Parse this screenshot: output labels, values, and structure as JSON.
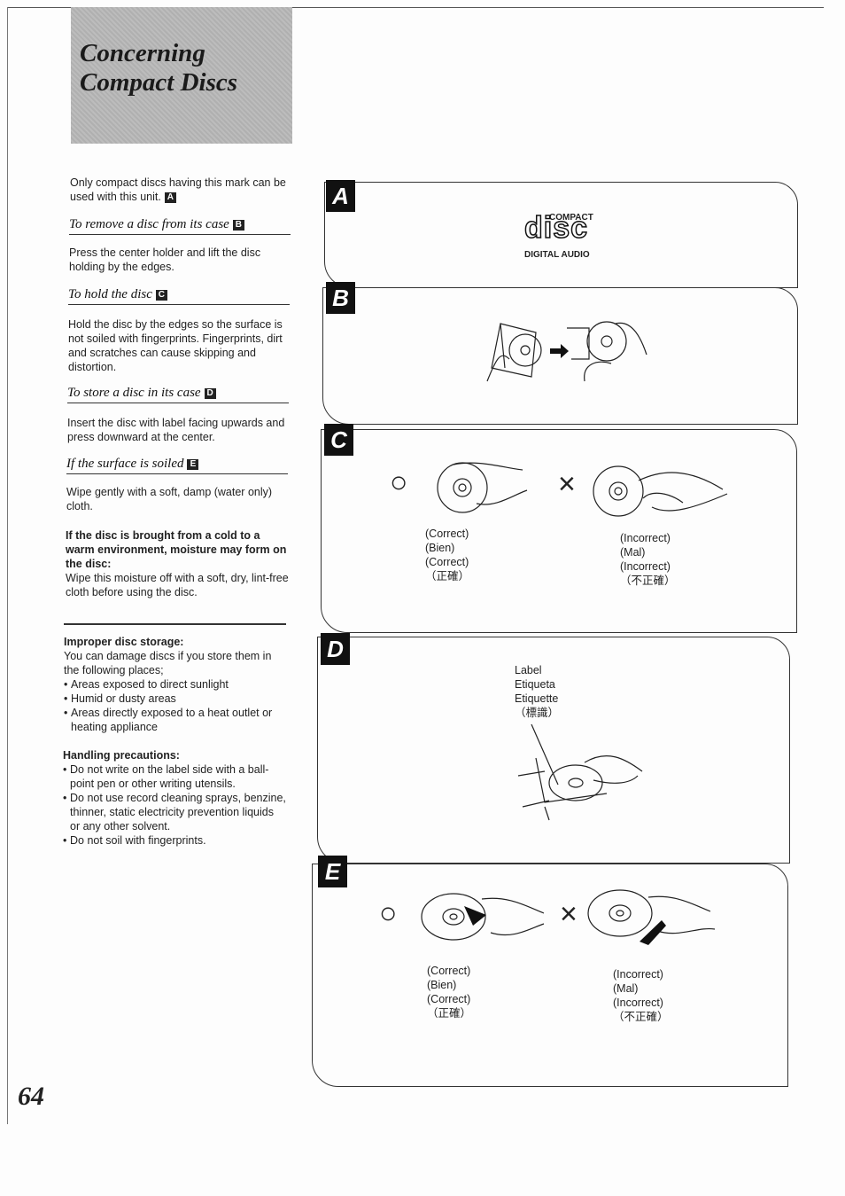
{
  "title": "Concerning Compact Discs",
  "title_line1": "Concerning",
  "title_line2": "Compact Discs",
  "page_number": "64",
  "intro": {
    "text": "Only compact discs having this mark can be used with this unit.",
    "badge": "A"
  },
  "sections": [
    {
      "heading": "To remove a disc from its case",
      "badge": "B",
      "text": "Press the center holder and lift the disc holding by the edges."
    },
    {
      "heading": "To hold the disc",
      "badge": "C",
      "text": "Hold the disc by the edges so the surface is not soiled with fingerprints. Fingerprints, dirt and scratches can cause skipping and distortion."
    },
    {
      "heading": "To store a disc in its case",
      "badge": "D",
      "text": "Insert the disc with label facing upwards and press downward at the center."
    },
    {
      "heading": "If the surface is soiled",
      "badge": "E",
      "text": "Wipe gently with a soft, damp (water only) cloth."
    }
  ],
  "moisture": {
    "bold": "If the disc is brought from a cold to a warm environment, moisture may form on the disc:",
    "text": "Wipe this moisture off with a soft, dry, lint-free cloth before using the disc."
  },
  "storage": {
    "heading": "Improper disc storage:",
    "text": "You can damage discs if you store them in the following places;",
    "items": [
      "Areas exposed to direct sunlight",
      "Humid or dusty areas",
      "Areas directly exposed to a heat outlet or heating appliance"
    ]
  },
  "handling": {
    "heading": "Handling precautions:",
    "items": [
      "Do not write on the label side with a ball-point pen or other writing utensils.",
      "Do not use record cleaning sprays, benzine, thinner, static electricity prevention liquids or any other solvent.",
      "Do not soil with fingerprints."
    ]
  },
  "logo": {
    "top": "COMPACT",
    "main": "disc",
    "bottom": "DIGITAL AUDIO"
  },
  "panels": {
    "A": "A",
    "B": "B",
    "C": "C",
    "D": "D",
    "E": "E"
  },
  "captions": {
    "correct": [
      "(Correct)",
      "(Bien)",
      "(Correct)",
      "（正確）"
    ],
    "incorrect": [
      "(Incorrect)",
      "(Mal)",
      "(Incorrect)",
      "（不正確）"
    ],
    "label": [
      "Label",
      "Etiqueta",
      "Etiquette",
      "（標識）"
    ]
  },
  "marks": {
    "ok": "○",
    "ng": "×"
  }
}
